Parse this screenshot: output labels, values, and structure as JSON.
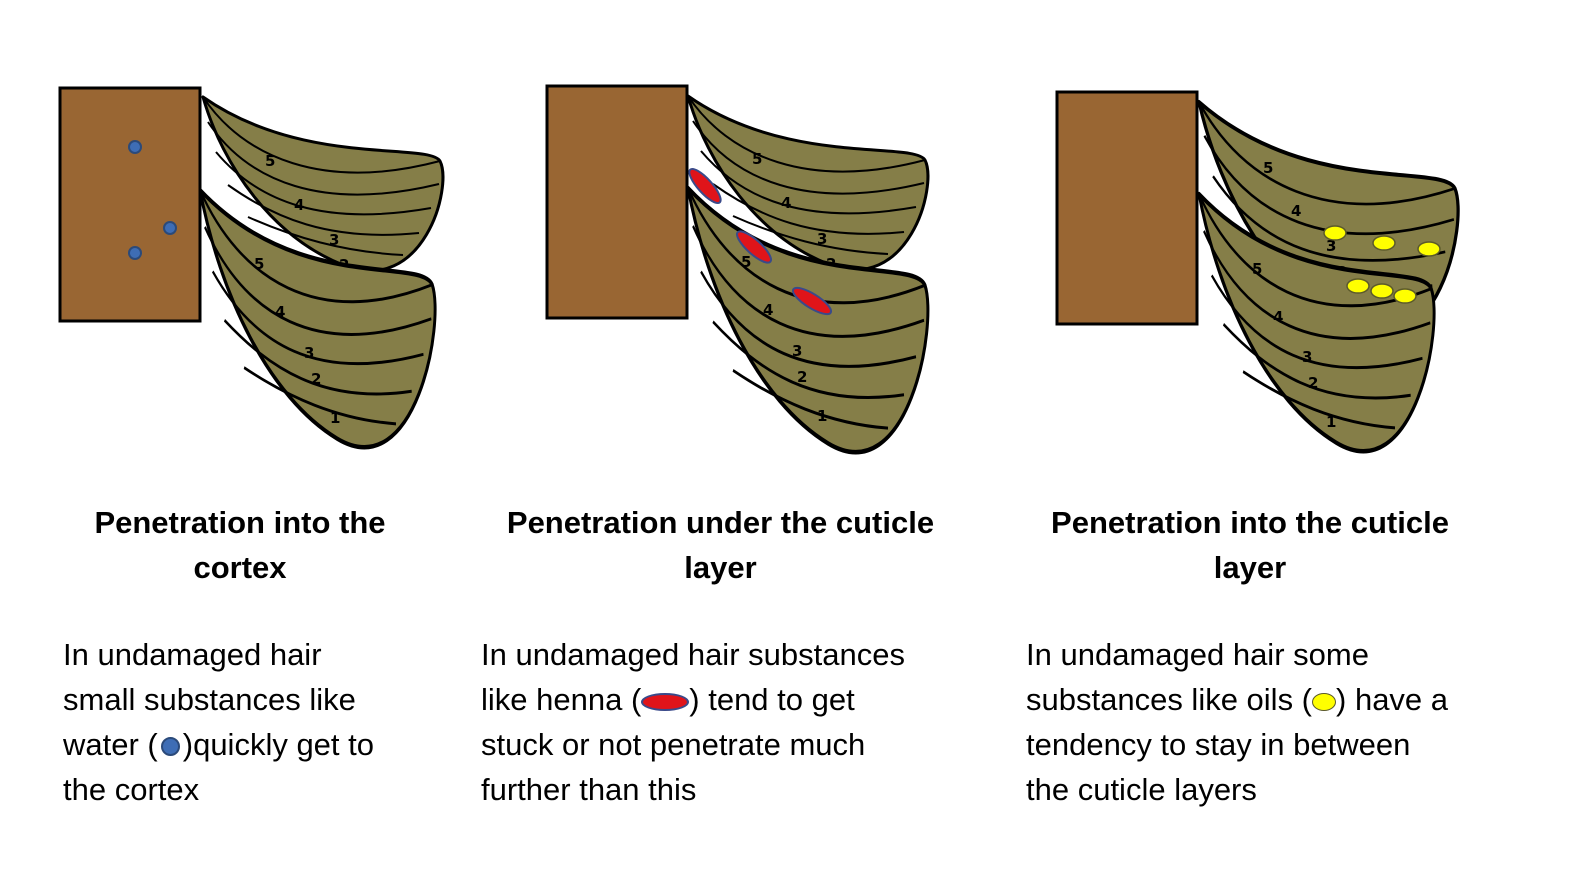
{
  "panels": [
    {
      "caption": "Penetration into the cortex",
      "description": {
        "line1": "In undamaged hair",
        "line2": "small substances like",
        "line3_before": "water (",
        "line3_after": ")quickly get to",
        "line4": "the cortex"
      }
    },
    {
      "caption": "Penetration  under the cuticle layer",
      "description": {
        "line1": "In undamaged hair substances",
        "line2_before": "like henna (",
        "line2_after": ")  tend to get",
        "line3": "stuck or not penetrate much",
        "line4": "further than this"
      }
    },
    {
      "caption": "Penetration  into the cuticle layer",
      "description": {
        "line1": "In undamaged hair some",
        "line2_before": "substances like oils (",
        "line2_after": ") have a",
        "line3": "tendency to stay in between",
        "line4": "the cuticle layers"
      }
    }
  ],
  "layer_numbers": [
    "1",
    "2",
    "3",
    "4",
    "5"
  ],
  "colors": {
    "cortex": "#996633",
    "cuticle": "#857e48",
    "water": "#3e6db5",
    "henna": "#e0141a",
    "oil": "#ffff00"
  },
  "particles": {
    "water_count": 3,
    "henna_count": 3,
    "oil_count": 6
  }
}
